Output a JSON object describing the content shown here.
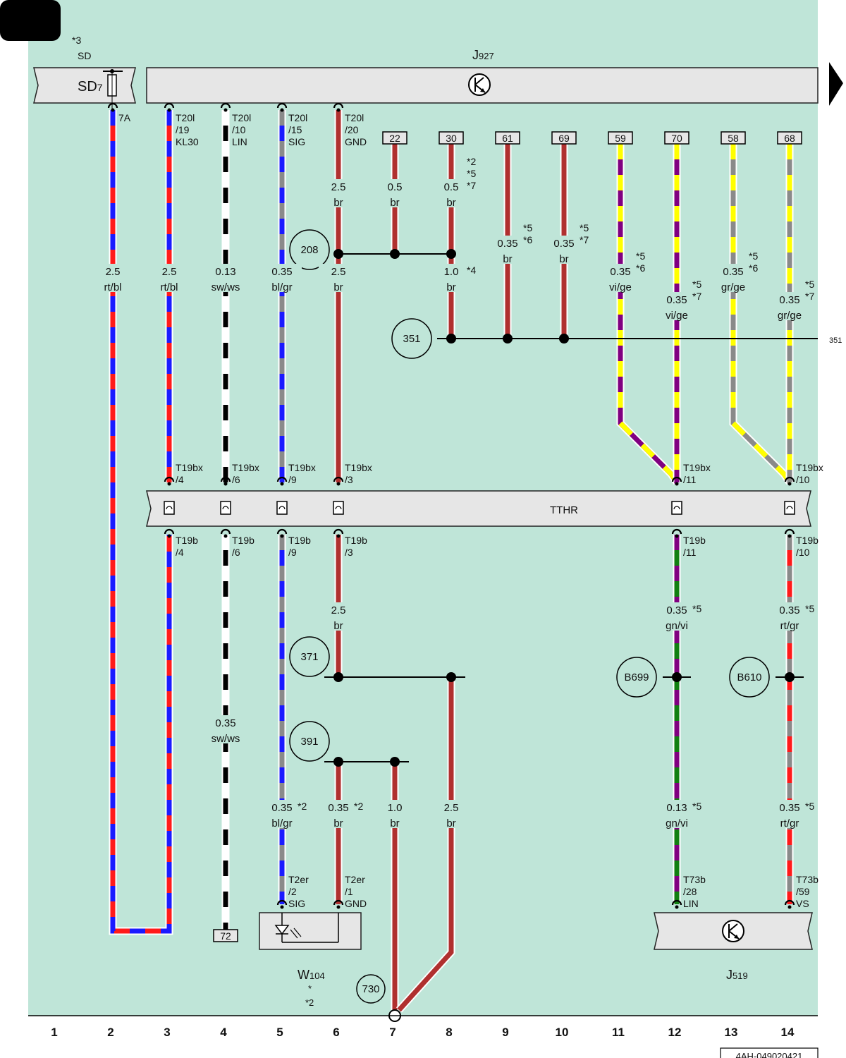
{
  "header": {
    "fuse_note": "*3",
    "fuse_group": "SD",
    "fuse_label": "SD",
    "fuse_sub": "7",
    "fuse_pin": "7A",
    "module_label": "J",
    "module_sub": "927"
  },
  "module_pins": [
    {
      "col": 3,
      "lines": [
        "T20l",
        "/19",
        "KL30"
      ]
    },
    {
      "col": 4,
      "lines": [
        "T20l",
        "/10",
        "LIN"
      ]
    },
    {
      "col": 5,
      "lines": [
        "T20l",
        "/15",
        "SIG"
      ]
    },
    {
      "col": 6,
      "lines": [
        "T20l",
        "/20",
        "GND"
      ]
    }
  ],
  "terminals": [
    "22",
    "30",
    "61",
    "69",
    "59",
    "70",
    "58",
    "68"
  ],
  "wires_upper": [
    {
      "col": 2,
      "size": "2.5",
      "color": "rt/bl"
    },
    {
      "col": 3,
      "size": "2.5",
      "color": "rt/bl"
    },
    {
      "col": 4,
      "size": "0.13",
      "color": "sw/ws"
    },
    {
      "col": 5,
      "size": "0.35",
      "color": "bl/gr"
    },
    {
      "col": 6,
      "size": "2.5",
      "color": "br"
    },
    {
      "col": 6,
      "size": "2.5",
      "color": "br"
    },
    {
      "col": 7,
      "size": "0.5",
      "color": "br"
    },
    {
      "col": 8,
      "size": "0.5",
      "color": "br"
    },
    {
      "col": 8,
      "size": "1.0",
      "color": "br"
    },
    {
      "col": 9,
      "size": "0.35",
      "color": "br"
    },
    {
      "col": 10,
      "size": "0.35",
      "color": "br"
    },
    {
      "col": 11,
      "size": "0.35",
      "color": "vi/ge"
    },
    {
      "col": 12,
      "size": "0.35",
      "color": "vi/ge"
    },
    {
      "col": 13,
      "size": "0.35",
      "color": "gr/ge"
    },
    {
      "col": 14,
      "size": "0.35",
      "color": "gr/ge"
    }
  ],
  "notes_upper": [
    [
      "*2",
      "*5",
      "*7"
    ],
    [
      "*5",
      "*6"
    ],
    [
      "*5",
      "*7"
    ],
    [
      "*4"
    ],
    [
      "*5",
      "*6"
    ],
    [
      "*5",
      "*7"
    ],
    [
      "*5",
      "*6"
    ],
    [
      "*5",
      "*7"
    ]
  ],
  "splices": [
    "208",
    "351",
    "371",
    "391",
    "B699",
    "B610",
    "730"
  ],
  "splice_351_ref": "351",
  "conn_top": [
    {
      "col": 3,
      "lines": [
        "T19bx",
        "/4"
      ]
    },
    {
      "col": 4,
      "lines": [
        "T19bx",
        "/6"
      ]
    },
    {
      "col": 5,
      "lines": [
        "T19bx",
        "/9"
      ]
    },
    {
      "col": 6,
      "lines": [
        "T19bx",
        "/3"
      ]
    },
    {
      "col": 12,
      "lines": [
        "T19bx",
        "/11"
      ]
    },
    {
      "col": 14,
      "lines": [
        "T19bx",
        "/10"
      ]
    }
  ],
  "connector_label": "TTHR",
  "conn_bottom": [
    {
      "col": 3,
      "lines": [
        "T19b",
        "/4"
      ]
    },
    {
      "col": 4,
      "lines": [
        "T19b",
        "/6"
      ]
    },
    {
      "col": 5,
      "lines": [
        "T19b",
        "/9"
      ]
    },
    {
      "col": 6,
      "lines": [
        "T19b",
        "/3"
      ]
    },
    {
      "col": 12,
      "lines": [
        "T19b",
        "/11"
      ]
    },
    {
      "col": 14,
      "lines": [
        "T19b",
        "/10"
      ]
    }
  ],
  "wires_lower": [
    {
      "col": 6,
      "size": "2.5",
      "color": "br"
    },
    {
      "col": 12,
      "size": "0.35",
      "color": "gn/vi"
    },
    {
      "col": 14,
      "size": "0.35",
      "color": "rt/gr"
    },
    {
      "col": 4,
      "size": "0.35",
      "color": "sw/ws"
    },
    {
      "col": 5,
      "size": "0.35",
      "color": "bl/gr"
    },
    {
      "col": 6,
      "size": "0.35",
      "color": "br"
    },
    {
      "col": 7,
      "size": "1.0",
      "color": "br"
    },
    {
      "col": 8,
      "size": "2.5",
      "color": "br"
    },
    {
      "col": 12,
      "size": "0.13",
      "color": "gn/vi"
    },
    {
      "col": 14,
      "size": "0.35",
      "color": "rt/gr"
    }
  ],
  "notes_lower": [
    "*5",
    "*5",
    "*2",
    "*2",
    "*5",
    "*5"
  ],
  "bottom_pins": [
    {
      "col": 5,
      "lines": [
        "T2er",
        "/2",
        "SIG"
      ]
    },
    {
      "col": 6,
      "lines": [
        "T2er",
        "/1",
        "GND"
      ]
    },
    {
      "col": 12,
      "lines": [
        "T73b",
        "/28",
        "LIN"
      ]
    },
    {
      "col": 14,
      "lines": [
        "T73b",
        "/59",
        "VS"
      ]
    }
  ],
  "terminal_72": "72",
  "w104": {
    "label": "W",
    "sub": "104",
    "note1": "*",
    "note2": "*2"
  },
  "j519": {
    "label": "J",
    "sub": "519"
  },
  "columns": [
    "1",
    "2",
    "3",
    "4",
    "5",
    "6",
    "7",
    "8",
    "9",
    "10",
    "11",
    "12",
    "13",
    "14"
  ],
  "footer_id": "4AH-049020421",
  "colors": {
    "background": "#bfe5d8",
    "brown": "#b0302f",
    "red": "#ff1a1a",
    "blue": "#1a1aff",
    "gray": "#8a8a8a",
    "yellow": "#ffff00",
    "violet": "#800080",
    "green": "#118011",
    "black": "#000000",
    "white": "#ffffff"
  }
}
